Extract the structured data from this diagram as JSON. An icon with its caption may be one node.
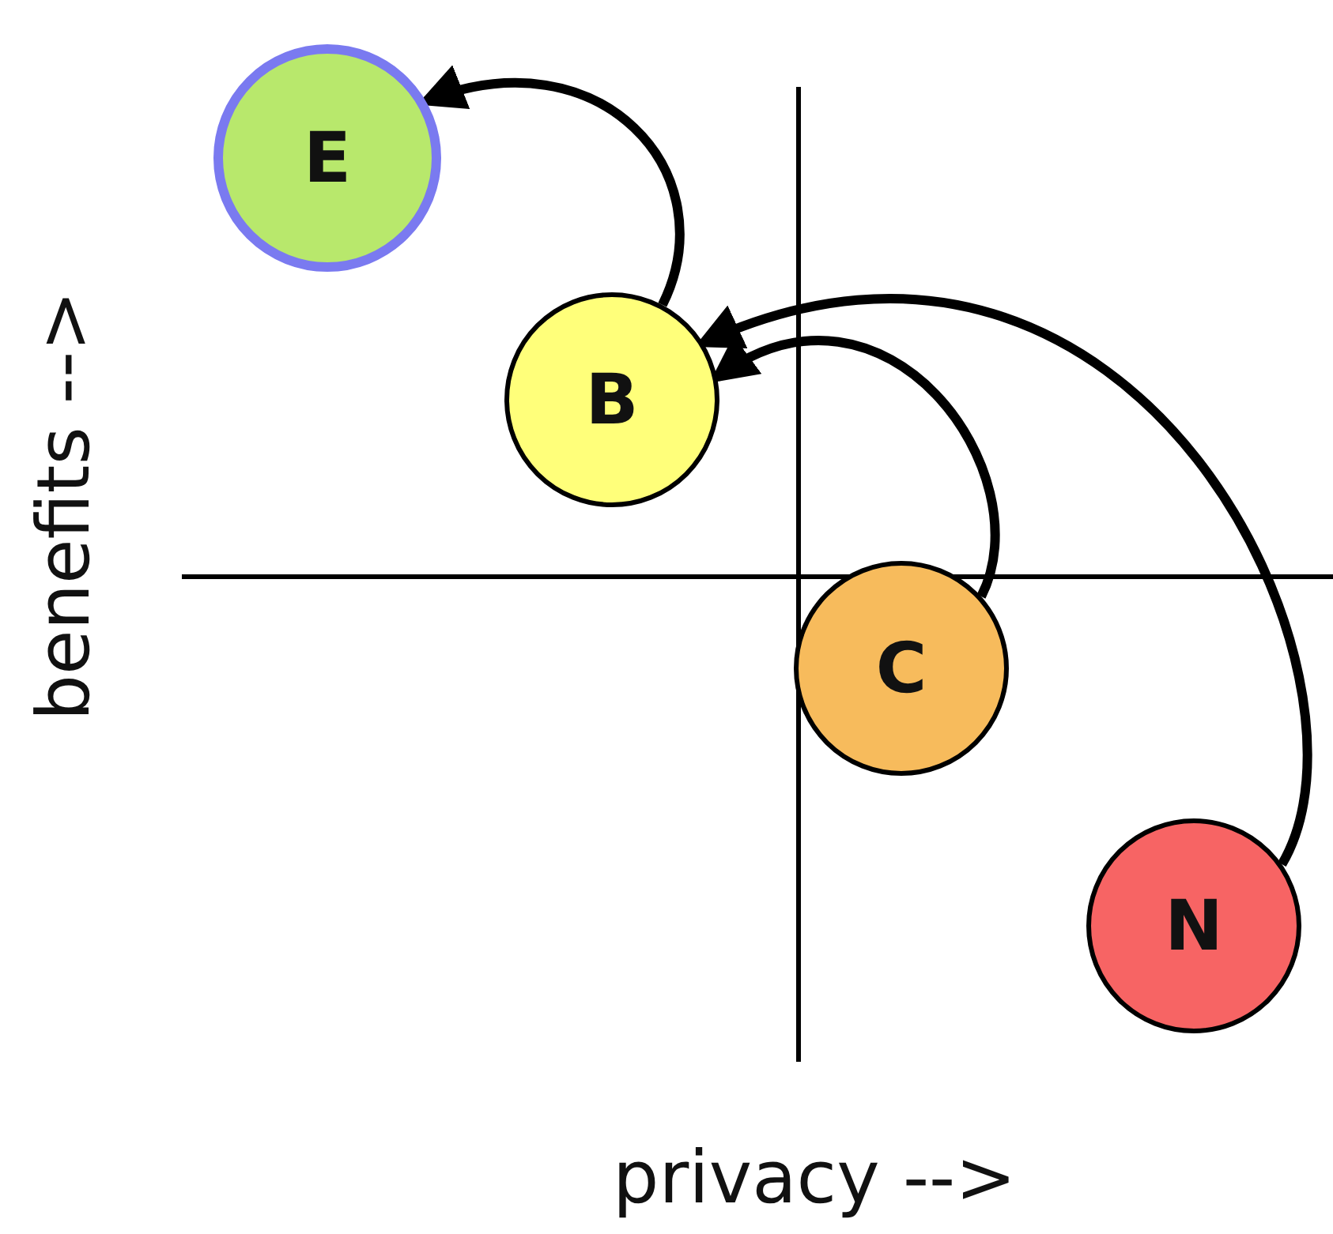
{
  "diagram": {
    "nodes": [
      {
        "text": [
          "E"
        ]
      },
      {
        "text": [
          "B"
        ]
      },
      {
        "text": [
          "C"
        ]
      },
      {
        "text": [
          "N"
        ]
      }
    ],
    "edges": [
      {
        "from": 1,
        "to": 0,
        "arrow": "to"
      },
      {
        "from": 3,
        "to": 1,
        "arrow": "to"
      },
      {
        "from": 2,
        "to": 1,
        "arrow": "to"
      }
    ],
    "labels": [
      "benefits -->",
      "privacy -->"
    ]
  }
}
